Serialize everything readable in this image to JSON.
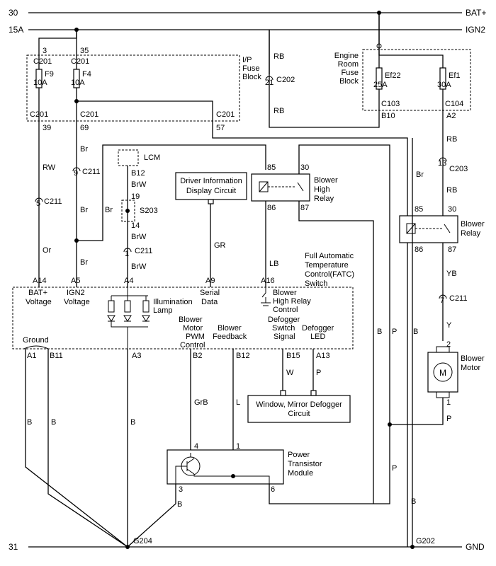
{
  "rails": {
    "top_left": "30",
    "top_right": "BAT+",
    "ign_left": "15A",
    "ign_right": "IGN2",
    "bottom_left": "31",
    "bottom_right": "GND"
  },
  "ip_fuse_block": {
    "title_1": "I/P",
    "title_2": "Fuse",
    "title_3": "Block",
    "f9": {
      "pin_top": "3",
      "conn_top": "C201",
      "name": "F9",
      "rating": "10A",
      "conn_bottom": "C201",
      "pin_bottom": "39"
    },
    "f4": {
      "pin_top": "35",
      "conn_top": "C201",
      "name": "F4",
      "rating": "10A",
      "conn_bottom": "C201",
      "pin_bottom": "69"
    },
    "out": {
      "conn_bottom": "C201",
      "pin_bottom": "57"
    }
  },
  "engine_fuse_block": {
    "title_1": "Engine",
    "title_2": "Room",
    "title_3": "Fuse",
    "title_4": "Block",
    "ef22": {
      "name": "Ef22",
      "rating": "25A",
      "conn": "C103",
      "pin": "B10"
    },
    "ef1": {
      "name": "Ef1",
      "rating": "30A",
      "conn": "C104",
      "pin": "A2"
    }
  },
  "connectors": {
    "c202_pin": "21",
    "c202": "C202",
    "c211_a_pin": "9",
    "c211_a": "C211",
    "c211_b_pin": "5",
    "c211_b": "C211",
    "c211_c_pin": "1",
    "c211_c": "C211",
    "c211_d_pin": "7",
    "c211_d": "C211",
    "c203_pin": "13",
    "c203": "C203",
    "s203": "S203",
    "s203_top": "19",
    "s203_bottom": "14"
  },
  "wire_colors": {
    "rb_1": "RB",
    "rb_2": "RB",
    "rw": "RW",
    "or": "Or",
    "br_1": "Br",
    "br_2": "Br",
    "br_3": "Br",
    "br_4": "Br",
    "brw_1": "BrW",
    "brw_2": "BrW",
    "brw_3": "BrW",
    "gr": "GR",
    "lb": "LB",
    "rb_3": "RB",
    "rb_4": "RB",
    "yb": "YB",
    "y": "Y",
    "p_1": "P",
    "p_2": "P",
    "p_3": "P",
    "b_1": "B",
    "b_2": "B",
    "b_3": "B",
    "b_4": "B",
    "b_5": "B",
    "b_6": "B",
    "grb": "GrB",
    "l": "L",
    "w": "W",
    "p_4": "P"
  },
  "lcm": {
    "name": "LCM",
    "pin": "B12"
  },
  "dic": {
    "line_1": "Driver Information",
    "line_2": "Display Circuit"
  },
  "high_relay": {
    "pin_85": "85",
    "pin_30": "30",
    "pin_86": "86",
    "pin_87": "87",
    "name_1": "Blower",
    "name_2": "High",
    "name_3": "Relay"
  },
  "blower_relay": {
    "pin_85": "85",
    "pin_30": "30",
    "pin_86": "86",
    "pin_87": "87",
    "name_1": "Blower",
    "name_2": "Relay"
  },
  "fatc": {
    "title_1": "Full Automatic",
    "title_2": "Temperature",
    "title_3": "Control(FATC)",
    "title_4": "Switch",
    "pin_a14": "A14",
    "pin_a5": "A5",
    "pin_a4": "A4",
    "pin_a9": "A9",
    "pin_a16": "A16",
    "bat_1": "BAT+",
    "bat_2": "Voltage",
    "ign_1": "IGN2",
    "ign_2": "Voltage",
    "serial_1": "Serial",
    "serial_2": "Data",
    "bhr_1": "Blower",
    "bhr_2": "High Relay",
    "bhr_3": "Control",
    "illum_1": "Illumination",
    "illum_2": "Lamp",
    "pwm_1": "Blower",
    "pwm_2": "Motor",
    "pwm_3": "PWM",
    "pwm_4": "Control",
    "fb_1": "Blower",
    "fb_2": "Feedback",
    "defsw_1": "Defogger",
    "defsw_2": "Switch",
    "defsw_3": "Signal",
    "defled_1": "Defogger",
    "defled_2": "LED",
    "ground": "Ground",
    "pin_a1": "A1",
    "pin_b11": "B11",
    "pin_a3": "A3",
    "pin_b2": "B2",
    "pin_b12": "B12",
    "pin_b15": "B15",
    "pin_a13": "A13"
  },
  "defogger_circuit": {
    "line_1": "Window, Mirror Defogger",
    "line_2": "Circuit"
  },
  "motor": {
    "symbol": "M",
    "name_1": "Blower",
    "name_2": "Motor",
    "pin_top": "2",
    "pin_bottom": "1"
  },
  "ptm": {
    "name_1": "Power",
    "name_2": "Transistor",
    "name_3": "Module",
    "pin_4": "4",
    "pin_1": "1",
    "pin_3": "3",
    "pin_6": "6"
  },
  "grounds": {
    "g204": "G204",
    "g202": "G202"
  }
}
